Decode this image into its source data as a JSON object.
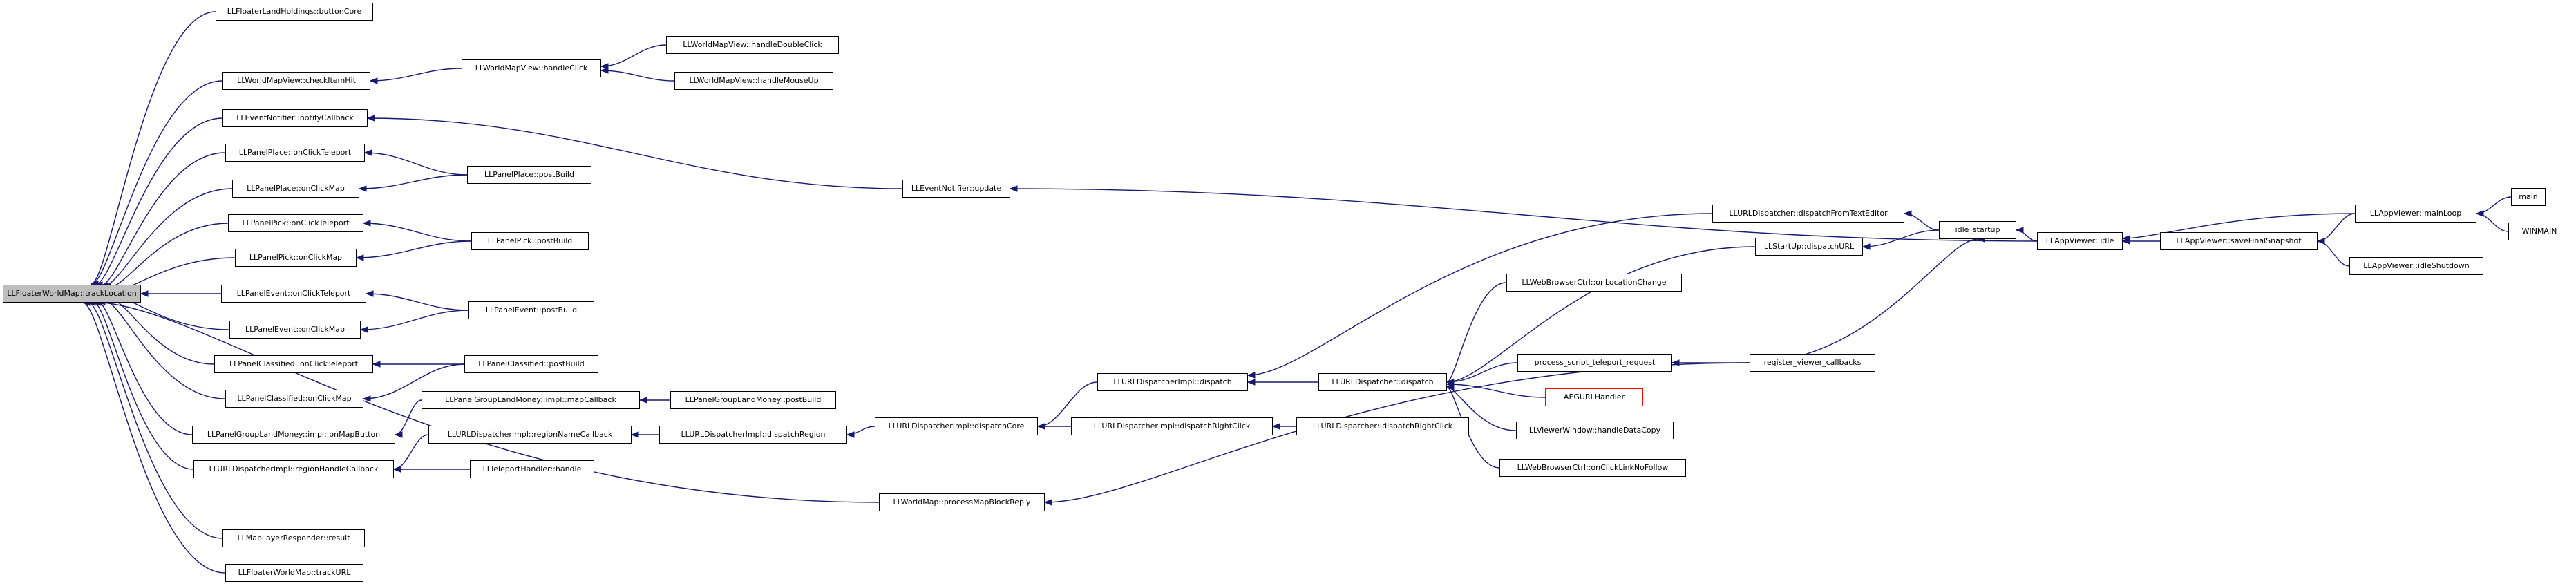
{
  "graph": {
    "root": "LLFloaterWorldMap::trackLocation",
    "nodes": [
      "LLFloaterLandHoldings::buttonCore",
      "LLWorldMapView::checkItemHit",
      "LLWorldMapView::handleClick",
      "LLWorldMapView::handleDoubleClick",
      "LLWorldMapView::handleMouseUp",
      "LLEventNotifier::notifyCallback",
      "LLEventNotifier::update",
      "LLPanelPlace::onClickTeleport",
      "LLPanelPlace::onClickMap",
      "LLPanelPlace::postBuild",
      "LLPanelPick::onClickTeleport",
      "LLPanelPick::onClickMap",
      "LLPanelPick::postBuild",
      "LLPanelEvent::onClickTeleport",
      "LLPanelEvent::onClickMap",
      "LLPanelEvent::postBuild",
      "LLPanelClassified::onClickTeleport",
      "LLPanelClassified::onClickMap",
      "LLPanelClassified::postBuild",
      "LLPanelGroupLandMoney::impl::onMapButton",
      "LLPanelGroupLandMoney::impl::mapCallback",
      "LLPanelGroupLandMoney::postBuild",
      "LLURLDispatcherImpl::regionHandleCallback",
      "LLURLDispatcherImpl::regionNameCallback",
      "LLURLDispatcherImpl::dispatchRegion",
      "LLTeleportHandler::handle",
      "LLURLDispatcherImpl::dispatchCore",
      "LLURLDispatcherImpl::dispatch",
      "LLURLDispatcherImpl::dispatchRightClick",
      "LLURLDispatcher::dispatchRightClick",
      "LLURLDispatcher::dispatch",
      "LLURLDispatcher::dispatchFromTextEditor",
      "LLStartUp::dispatchURL",
      "LLWebBrowserCtrl::onLocationChange",
      "process_script_teleport_request",
      "AEGURLHandler",
      "LLViewerWindow::handleDataCopy",
      "LLWebBrowserCtrl::onClickLinkNoFollow",
      "register_viewer_callbacks",
      "idle_startup",
      "LLAppViewer::idle",
      "LLAppViewer::saveFinalSnapshot",
      "LLAppViewer::mainLoop",
      "LLAppViewer::idleShutdown",
      "main",
      "WINMAIN",
      "LLWorldMap::processMapBlockReply",
      "LLMapLayerResponder::result",
      "LLFloaterWorldMap::trackURL"
    ]
  },
  "colors": {
    "edge": "#191970",
    "node_border": "#000000",
    "highlight_border": "#ff0000",
    "root_fill": "#bfbfbf"
  }
}
